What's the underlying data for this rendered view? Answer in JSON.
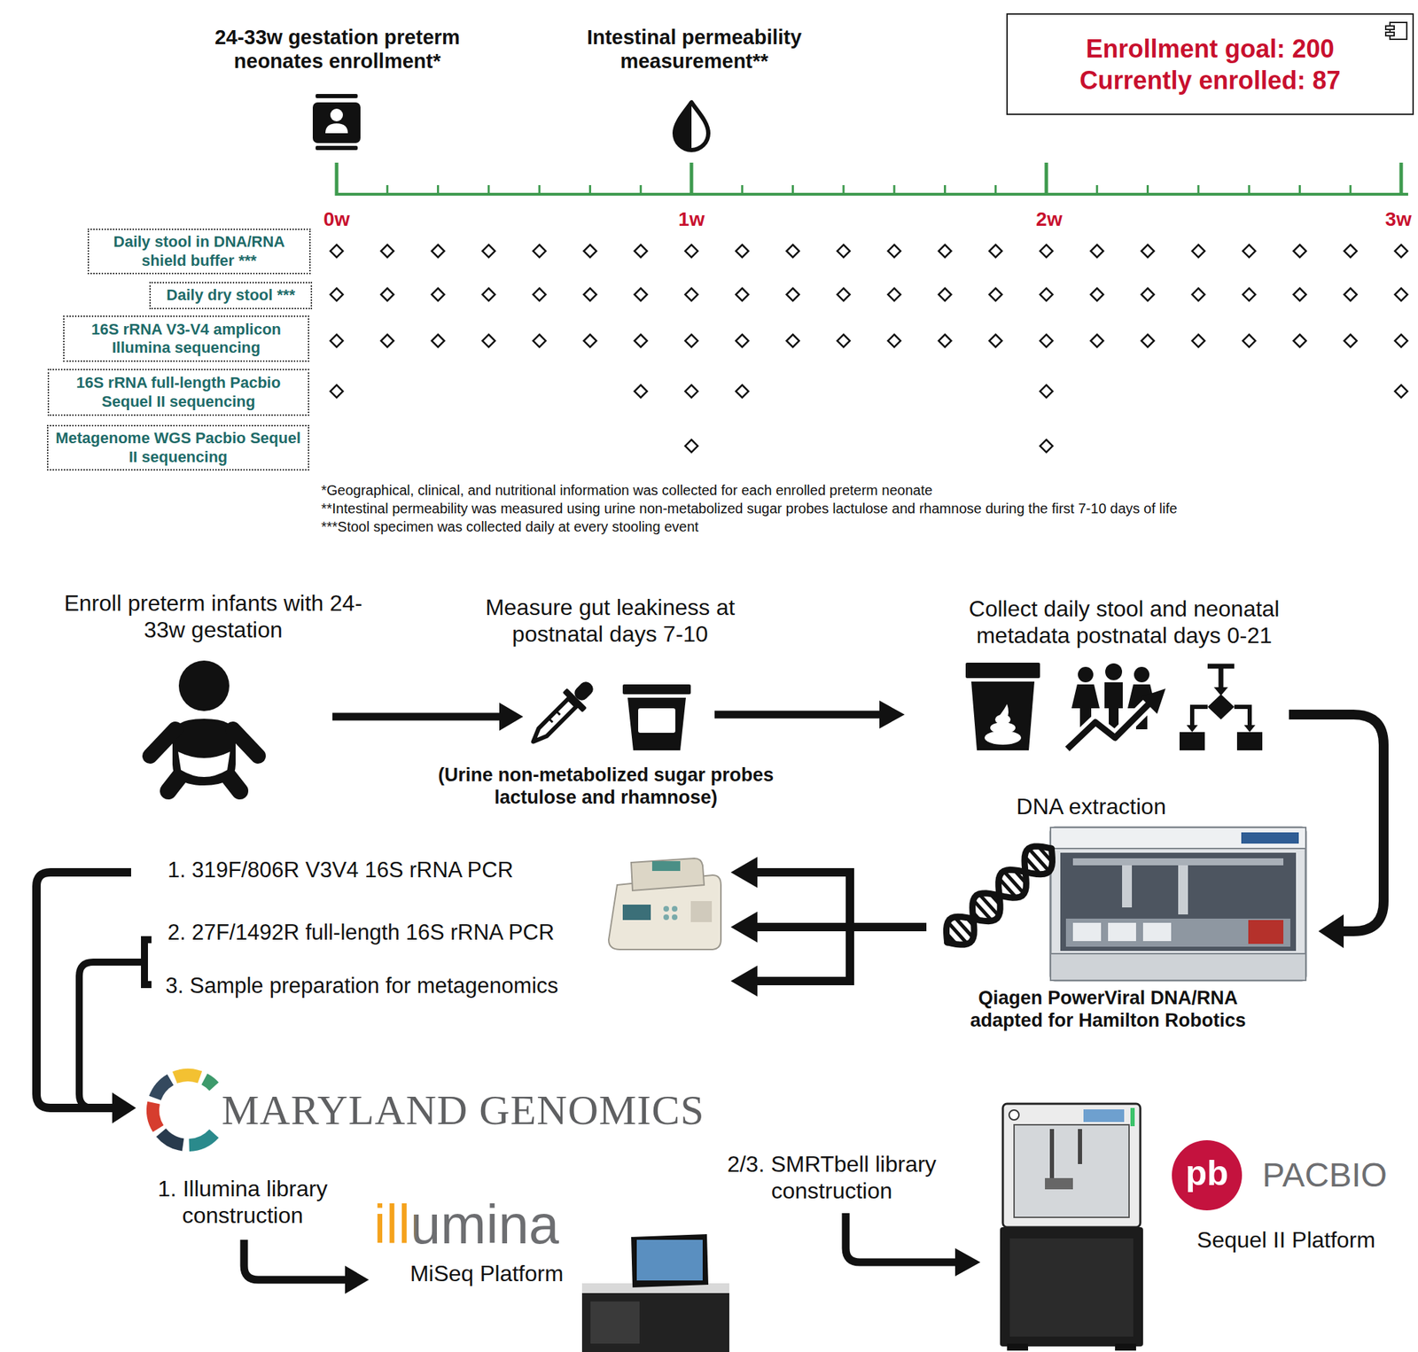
{
  "diagram": {
    "nodes": [
      {
        "text": [
          "Enrollment goal: 200",
          "Currently enrolled: 87"
        ]
      },
      {
        "text": [
          "Daily stool in DNA/RNA shield buffer ***"
        ]
      },
      {
        "text": [
          "Daily dry stool ***"
        ]
      },
      {
        "text": [
          "16S rRNA V3-V4 amplicon Illumina sequencing"
        ]
      },
      {
        "text": [
          "16S rRNA full-length Pacbio Sequel II sequencing"
        ]
      },
      {
        "text": [
          "Metagenome WGS Pacbio Sequel II sequencing"
        ]
      }
    ],
    "labels": [
      "24-33w gestation preterm neonates enrollment*",
      "Intestinal permeability measurement**",
      "0w",
      "1w",
      "2w",
      "3w",
      "*Geographical, clinical, and nutritional information was collected for each enrolled preterm neonate",
      "**Intestinal permeability was measured using urine non-metabolized sugar probes lactulose and rhamnose during the first 7-10 days of life",
      "***Stool specimen was collected daily at every stooling event",
      "Enroll preterm infants with 24-33w gestation",
      "Measure gut leakiness at postnatal days 7-10",
      "(Urine non-metabolized sugar probes lactulose and rhamnose)",
      "Collect daily stool and neonatal metadata postnatal days 0-21",
      "DNA extraction",
      "Qiagen PowerViral DNA/RNA adapted for Hamilton Robotics",
      "1. 319F/806R V3V4 16S rRNA PCR",
      "2. 27F/1492R full-length 16S rRNA PCR",
      "3. Sample preparation for metagenomics",
      "MARYLAND GENOMICS",
      "1. Illumina library construction",
      "illumina",
      "MiSeq Platform",
      "2/3. SMRTbell library construction",
      "pb",
      "PACBIO",
      "Sequel II Platform"
    ]
  }
}
